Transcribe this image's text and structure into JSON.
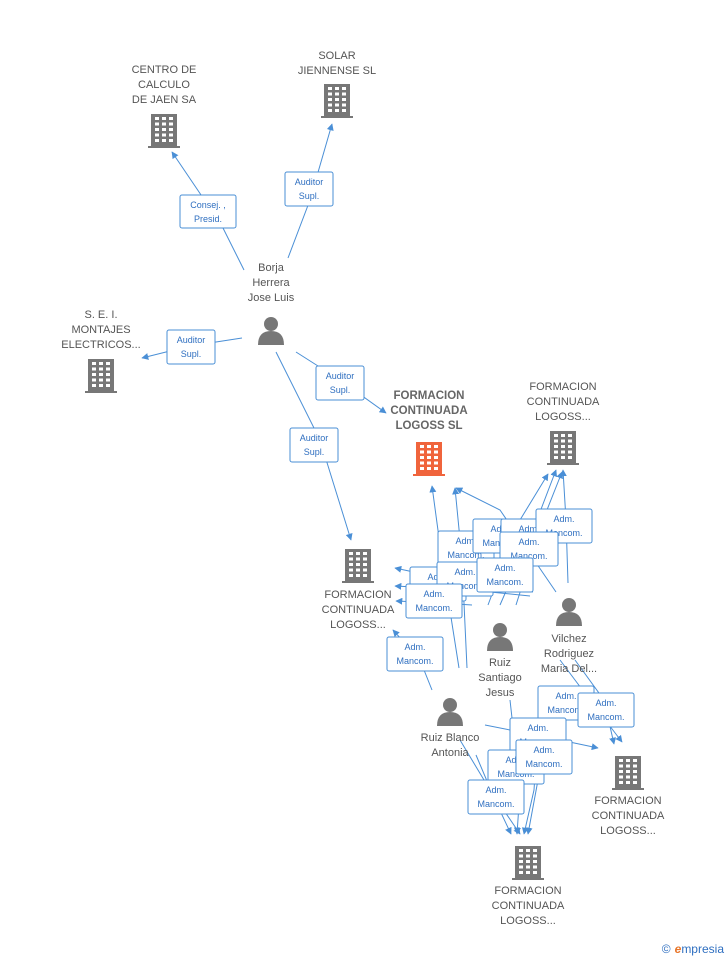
{
  "colors": {
    "edge": "#4a8fd6",
    "company": "#777777",
    "company_main": "#f0643c",
    "person": "#777777"
  },
  "companies": [
    {
      "id": "c_centro",
      "lines": [
        "CENTRO DE",
        "CALCULO",
        "DE JAEN SA"
      ],
      "main": false,
      "icon": "building-icon"
    },
    {
      "id": "c_solar",
      "lines": [
        "SOLAR",
        "JIENNENSE SL"
      ],
      "main": false,
      "icon": "building-icon"
    },
    {
      "id": "c_sei",
      "lines": [
        "S. E. I.",
        "MONTAJES",
        "ELECTRICOS..."
      ],
      "main": false,
      "icon": "building-icon"
    },
    {
      "id": "c_main",
      "lines": [
        "FORMACION",
        "CONTINUADA",
        "LOGOSS SL"
      ],
      "main": true,
      "icon": "building-icon"
    },
    {
      "id": "c_fc_tr",
      "lines": [
        "FORMACION",
        "CONTINUADA",
        "LOGOSS..."
      ],
      "main": false,
      "icon": "building-icon"
    },
    {
      "id": "c_fc_ml",
      "lines": [
        "FORMACION",
        "CONTINUADA",
        "LOGOSS..."
      ],
      "main": false,
      "icon": "building-icon"
    },
    {
      "id": "c_fc_br",
      "lines": [
        "FORMACION",
        "CONTINUADA",
        "LOGOSS..."
      ],
      "main": false,
      "icon": "building-icon"
    },
    {
      "id": "c_fc_b",
      "lines": [
        "FORMACION",
        "CONTINUADA",
        "LOGOSS..."
      ],
      "main": false,
      "icon": "building-icon"
    }
  ],
  "persons": [
    {
      "id": "p_borja",
      "lines": [
        "Borja",
        "Herrera",
        "Jose Luis"
      ],
      "icon": "person-icon"
    },
    {
      "id": "p_vilchez",
      "lines": [
        "Vilchez",
        "Rodriguez",
        "Maria Del..."
      ],
      "icon": "person-icon"
    },
    {
      "id": "p_santiago",
      "lines": [
        "Ruiz",
        "Santiago",
        "Jesus"
      ],
      "icon": "person-icon"
    },
    {
      "id": "p_antonia",
      "lines": [
        "Ruiz Blanco",
        "Antonia"
      ],
      "icon": "person-icon"
    }
  ],
  "relations": [
    {
      "id": "r1",
      "lines": [
        "Consej. ,",
        "Presid."
      ]
    },
    {
      "id": "r2",
      "lines": [
        "Auditor",
        "Supl."
      ]
    },
    {
      "id": "r3",
      "lines": [
        "Auditor",
        "Supl."
      ]
    },
    {
      "id": "r4",
      "lines": [
        "Auditor",
        "Supl."
      ]
    },
    {
      "id": "r5",
      "lines": [
        "Auditor",
        "Supl."
      ]
    },
    {
      "id": "r6",
      "lines": [
        "Adm.",
        "Mancom."
      ]
    },
    {
      "id": "r7",
      "lines": [
        "Adm.",
        "Mancom."
      ]
    },
    {
      "id": "r8",
      "lines": [
        "Adm.",
        "Mancom."
      ]
    },
    {
      "id": "r9",
      "lines": [
        "Adm.",
        "Mancom."
      ]
    },
    {
      "id": "r10",
      "lines": [
        "Adm.",
        "Mancom."
      ]
    },
    {
      "id": "r11",
      "lines": [
        "Adm.",
        "Mancom."
      ]
    },
    {
      "id": "r12",
      "lines": [
        "Adm.",
        "Mancom."
      ]
    },
    {
      "id": "r13",
      "lines": [
        "Adm.",
        "Mancom."
      ]
    },
    {
      "id": "r14",
      "lines": [
        "Adm.",
        "Mancom."
      ]
    },
    {
      "id": "r15",
      "lines": [
        "Adm.",
        "Mancom."
      ]
    },
    {
      "id": "r16",
      "lines": [
        "Adm.",
        "Mancom."
      ]
    },
    {
      "id": "r17",
      "lines": [
        "Adm.",
        "Mancom."
      ]
    },
    {
      "id": "r18",
      "lines": [
        "Adm.",
        "Mancom."
      ]
    },
    {
      "id": "r19",
      "lines": [
        "Adm.",
        "Mancom."
      ]
    },
    {
      "id": "r20",
      "lines": [
        "Adm.",
        "Mancom."
      ]
    },
    {
      "id": "r21",
      "lines": [
        "Adm.",
        "Mancom."
      ]
    }
  ],
  "footer": {
    "copyright": "©",
    "brand_first": "e",
    "brand_rest": "mpresia"
  }
}
